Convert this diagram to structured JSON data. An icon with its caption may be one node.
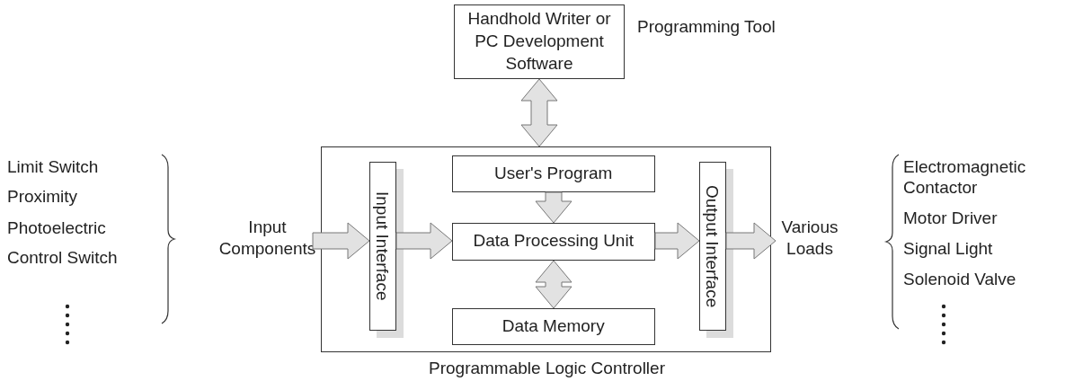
{
  "diagram": {
    "nodes": [
      {
        "text": [
          "Handhold Writer or PC Development Software"
        ],
        "beside": [
          "Programming Tool"
        ]
      },
      {
        "text": [
          "Programmable Logic Controller"
        ]
      },
      {
        "text": [
          "Input Interface"
        ],
        "in": 1
      },
      {
        "text": [
          "User's Program"
        ],
        "in": 1
      },
      {
        "text": [
          "Data Processing Unit"
        ],
        "in": 1
      },
      {
        "text": [
          "Data Memory"
        ],
        "in": 1
      },
      {
        "text": [
          "Output Interface"
        ],
        "in": 1
      },
      {
        "text": [
          "Input Components"
        ]
      },
      {
        "text": [
          "Various Loads"
        ]
      }
    ],
    "edges": [
      {
        "from": 0,
        "to": 1,
        "arrow": "both"
      },
      {
        "from": 7,
        "to": 2,
        "arrow": "to"
      },
      {
        "from": 2,
        "to": 4,
        "arrow": "to"
      },
      {
        "from": 3,
        "to": 4,
        "arrow": "to"
      },
      {
        "from": 4,
        "to": 5,
        "arrow": "both"
      },
      {
        "from": 4,
        "to": 6,
        "arrow": "to"
      },
      {
        "from": 6,
        "to": 8,
        "arrow": "to"
      }
    ],
    "labels": [
      "Limit Switch",
      "Proximity",
      "Photoelectric",
      "Control Switch",
      "Electromagnetic Contactor",
      "Motor Driver",
      "Signal Light",
      "Solenoid Valve"
    ]
  }
}
